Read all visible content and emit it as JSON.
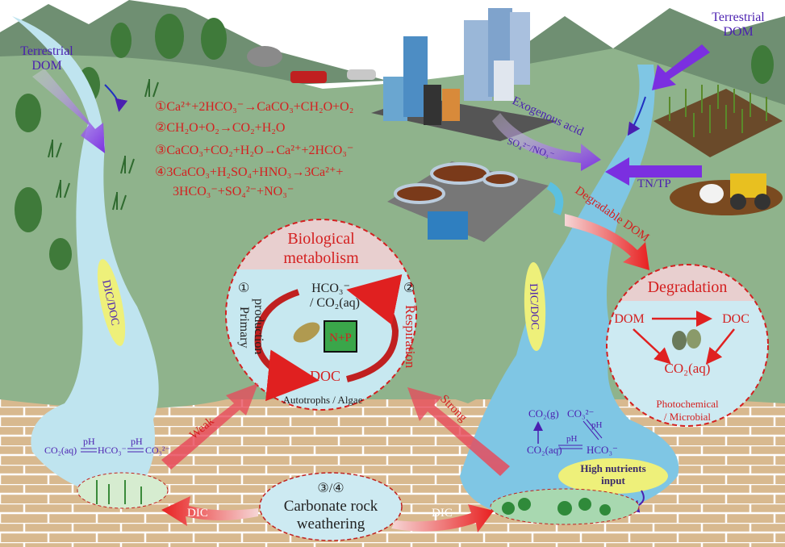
{
  "labels": {
    "terrestrial_dom_left": [
      "Terrestrial",
      "DOM"
    ],
    "terrestrial_dom_right": [
      "Terrestrial",
      "DOM"
    ],
    "dic_doc_left": "DIC/DOC",
    "dic_doc_right": "DIC/DOC",
    "exogenous_acid": "Exogenous acid",
    "so4_no3": "SO₄²⁻/NO₃⁻",
    "tn_tp": "TN/TP",
    "degradable_dom": "Degradable DOM",
    "weak": "Weak",
    "strong": "Strong",
    "dic_left": "DIC",
    "dic_right": "DIC",
    "high_nutrients": [
      "High nutrients",
      "input"
    ]
  },
  "equations": [
    "①Ca²⁺+2HCO₃⁻→CaCO₃+CH₂O+O₂",
    "②CH₂O+O₂→CO₂+H₂O",
    "③CaCO₃+CO₂+H₂O→Ca²⁺+2HCO₃⁻",
    "④3CaCO₃+H₂SO₄+HNO₃→3Ca²⁺+",
    "3HCO₃⁻+SO₄²⁻+NO₃⁻"
  ],
  "biological": {
    "title": [
      "Biological",
      "metabolism"
    ],
    "hco3_co2": [
      "HCO₃⁻",
      "/ CO₂(aq)"
    ],
    "doc": "DOC",
    "primary_num": "①",
    "primary_label": [
      "Primary",
      "production"
    ],
    "respiration_num": "②",
    "respiration_label": "Respiration",
    "np_box": "N+P",
    "caption": "Autotrophs / Algae"
  },
  "degradation": {
    "title": "Degradation",
    "dom": "DOM",
    "doc": "DOC",
    "co2": "CO₂(aq)",
    "caption": [
      "Photochemical",
      "/ Microbial"
    ]
  },
  "carbonate": {
    "num": "③/④",
    "label": [
      "Carbonate rock",
      "weathering"
    ]
  },
  "left_equilibrium": {
    "co2": "CO₂(aq)",
    "hco3": "HCO₃⁻",
    "co3": "CO₃²⁻",
    "ph1": "pH",
    "ph2": "pH"
  },
  "right_equilibrium": {
    "co2g": "CO₂(g)",
    "co3": "CO₃²⁻",
    "co2aq": "CO₂(aq)",
    "hco3": "HCO₃⁻",
    "ph1": "pH",
    "ph2": "pH"
  },
  "colors": {
    "grass": "#8fb38c",
    "mountain": "#6f8f72",
    "water": "#bfe4ef",
    "brick": "#d8b98f",
    "red_text": "#d42020",
    "purple_text": "#4a1fb0"
  }
}
